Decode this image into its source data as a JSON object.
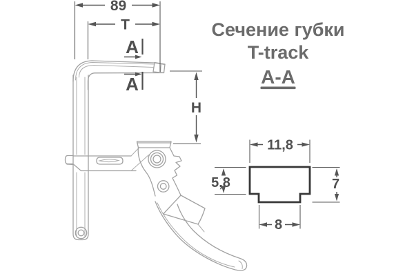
{
  "title": {
    "line1": "Сечение губки",
    "line2": "T-track",
    "section_ref": "A-A"
  },
  "clamp_view": {
    "dim_total_width": "89",
    "dim_throat": "T",
    "dim_height": "H",
    "section_cut_label": "A"
  },
  "section_view": {
    "dim_top_width": "11,8",
    "dim_left_height": "5,8",
    "dim_right_height": "7",
    "dim_bottom_width": "8"
  },
  "colors": {
    "background": "#ffffff",
    "drawing_line": "#a2a2a2",
    "dimension_line": "#565656",
    "dimension_text": "#4f4f4f",
    "title_text": "#6b6b6b",
    "section_outline": "#373737",
    "hatch_line": "#474747"
  }
}
